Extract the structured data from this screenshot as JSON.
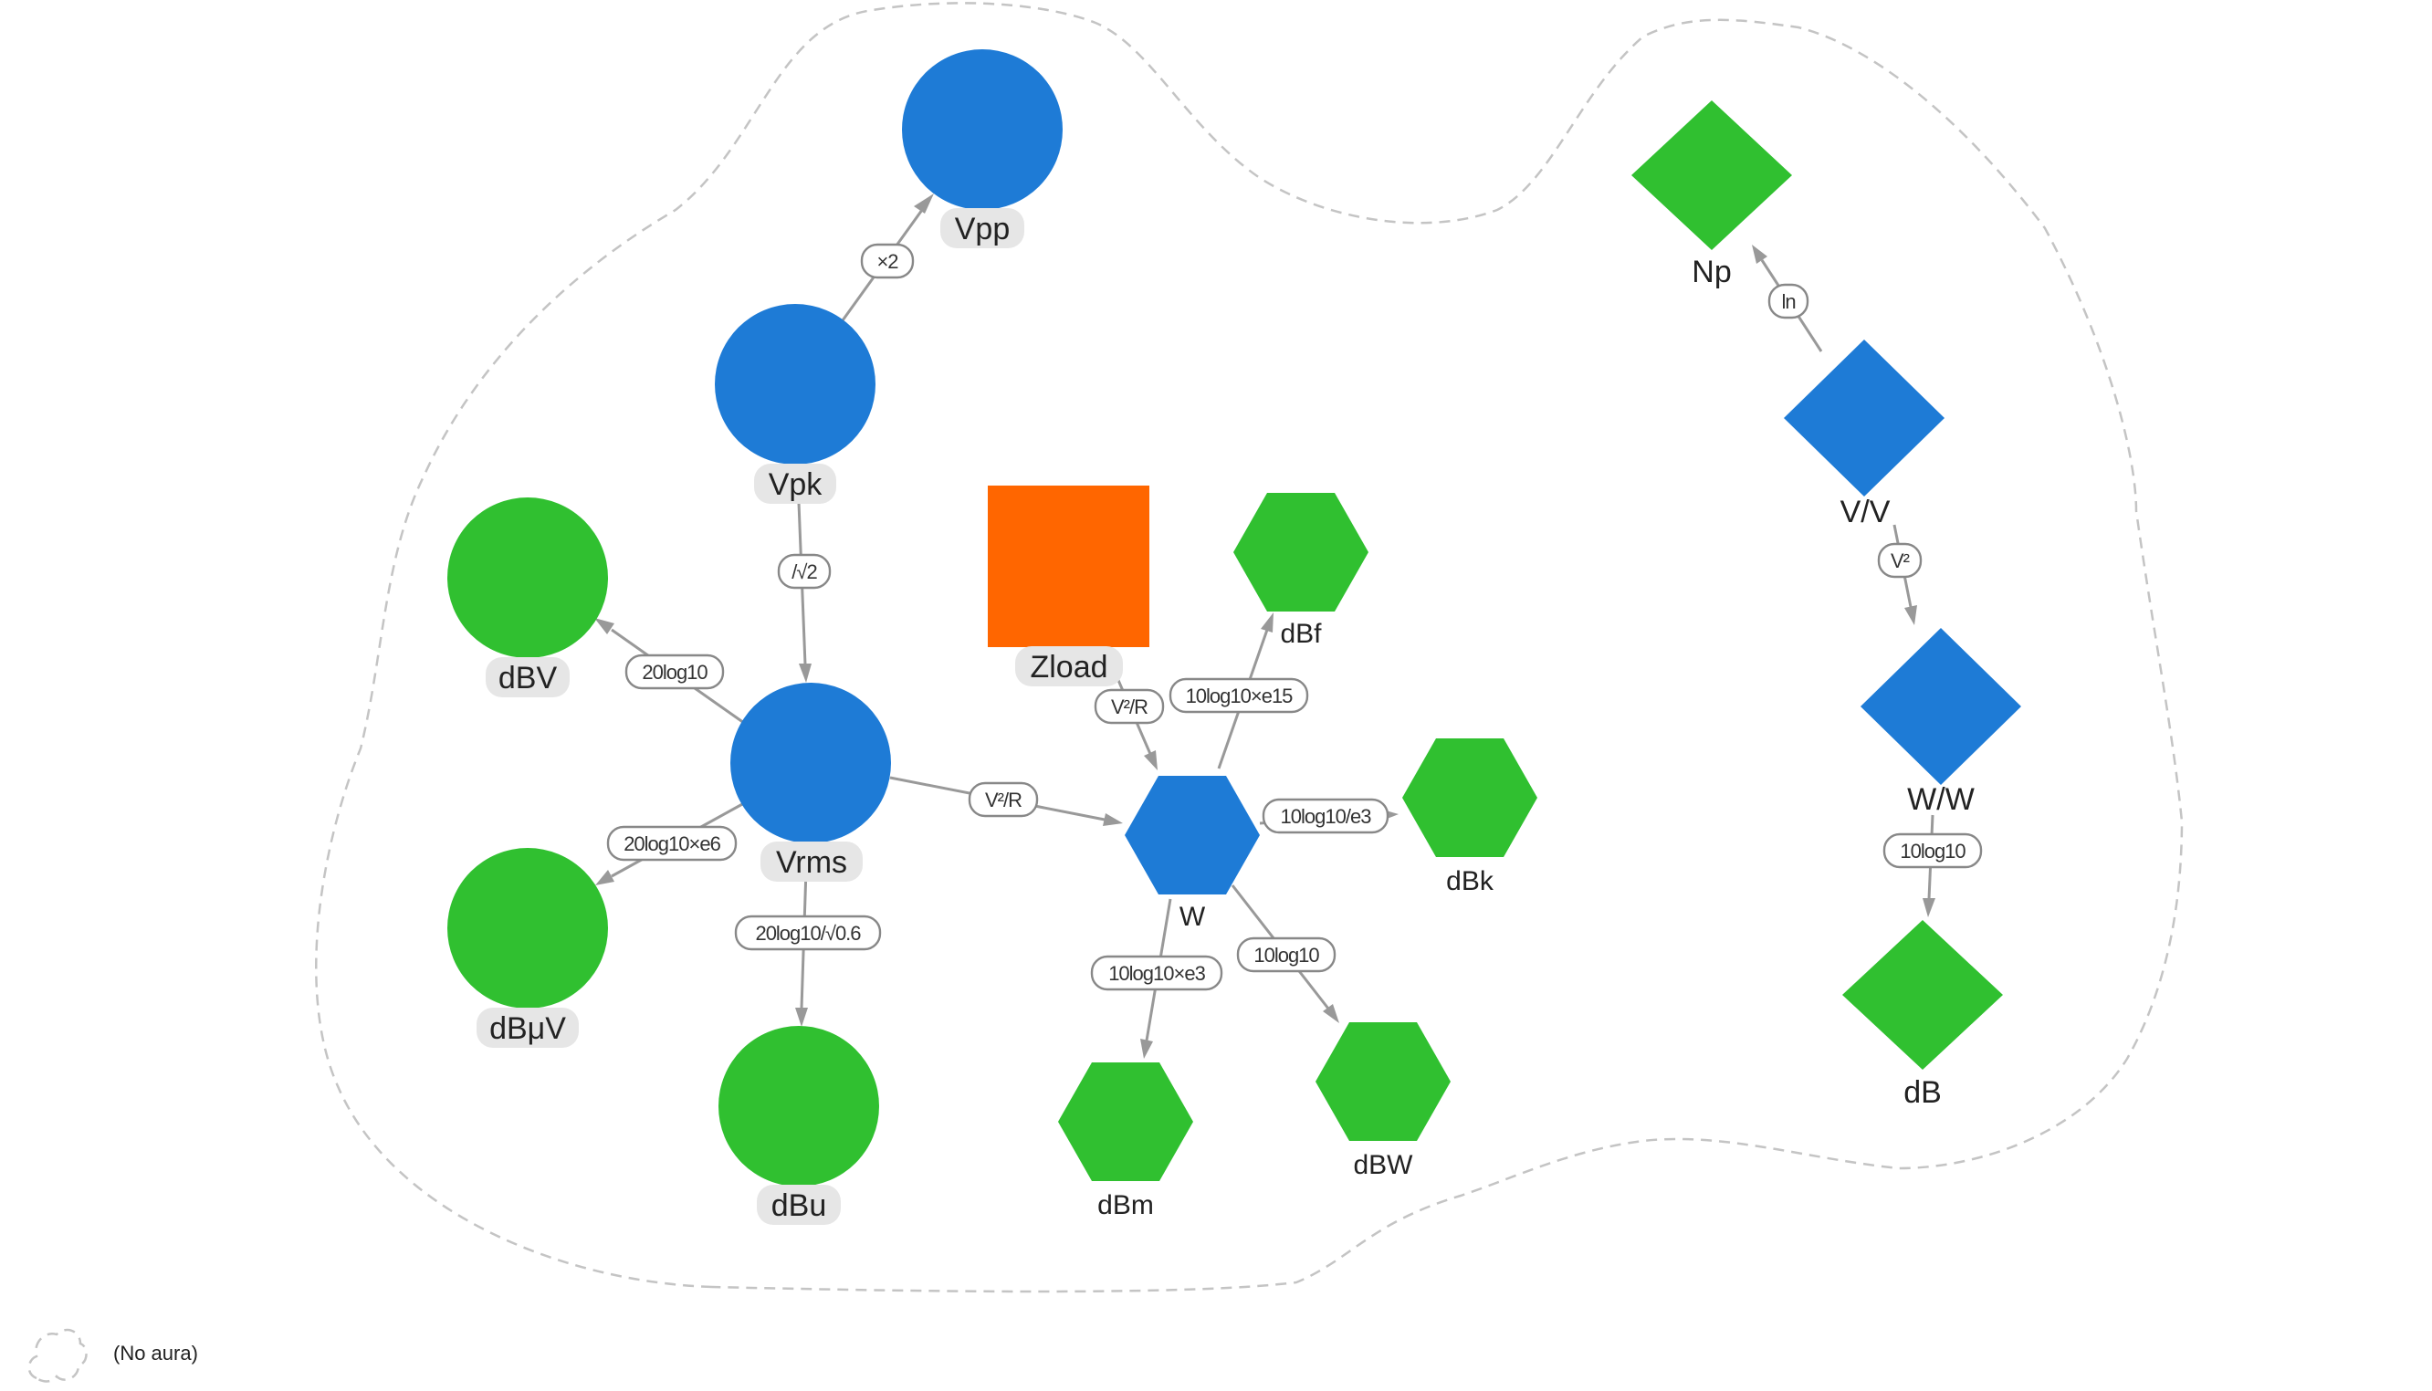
{
  "colors": {
    "blue": "#1e7bd6",
    "green": "#30c030",
    "orange": "#ff6600",
    "edge": "#999999",
    "aura": "#c4c4c4"
  },
  "nodes": {
    "vpp": {
      "label": "Vpp",
      "shape": "circle",
      "color": "blue"
    },
    "vpk": {
      "label": "Vpk",
      "shape": "circle",
      "color": "blue"
    },
    "vrms": {
      "label": "Vrms",
      "shape": "circle",
      "color": "blue"
    },
    "dbv": {
      "label": "dBV",
      "shape": "circle",
      "color": "green"
    },
    "dbuv": {
      "label": "dBμV",
      "shape": "circle",
      "color": "green"
    },
    "dbu": {
      "label": "dBu",
      "shape": "circle",
      "color": "green"
    },
    "zload": {
      "label": "Zload",
      "shape": "square",
      "color": "orange"
    },
    "w": {
      "label": "W",
      "shape": "hexagon",
      "color": "blue"
    },
    "dbf": {
      "label": "dBf",
      "shape": "hexagon",
      "color": "green"
    },
    "dbk": {
      "label": "dBk",
      "shape": "hexagon",
      "color": "green"
    },
    "dbm": {
      "label": "dBm",
      "shape": "hexagon",
      "color": "green"
    },
    "dbw": {
      "label": "dBW",
      "shape": "hexagon",
      "color": "green"
    },
    "np": {
      "label": "Np",
      "shape": "diamond",
      "color": "green"
    },
    "vv": {
      "label": "V/V",
      "shape": "diamond",
      "color": "blue"
    },
    "ww": {
      "label": "W/W",
      "shape": "diamond",
      "color": "blue"
    },
    "db": {
      "label": "dB",
      "shape": "diamond",
      "color": "green"
    }
  },
  "edges": [
    {
      "from": "vpk",
      "to": "vpp",
      "label": "×2"
    },
    {
      "from": "vpk",
      "to": "vrms",
      "label": "/√2"
    },
    {
      "from": "vrms",
      "to": "dbv",
      "label": "20log10"
    },
    {
      "from": "vrms",
      "to": "dbuv",
      "label": "20log10×e6"
    },
    {
      "from": "vrms",
      "to": "dbu",
      "label": "20log10/√0.6"
    },
    {
      "from": "vrms",
      "to": "w",
      "label": "V²/R"
    },
    {
      "from": "zload",
      "to": "w",
      "label": "V²/R"
    },
    {
      "from": "w",
      "to": "dbf",
      "label": "10log10×e15"
    },
    {
      "from": "w",
      "to": "dbk",
      "label": "10log10/e3"
    },
    {
      "from": "w",
      "to": "dbm",
      "label": "10log10×e3"
    },
    {
      "from": "w",
      "to": "dbw",
      "label": "10log10"
    },
    {
      "from": "vv",
      "to": "np",
      "label": "ln"
    },
    {
      "from": "vv",
      "to": "ww",
      "label": "V²"
    },
    {
      "from": "ww",
      "to": "db",
      "label": "10log10"
    }
  ],
  "legend": {
    "label": "(No aura)",
    "icon": "dashed-cloud-icon"
  }
}
